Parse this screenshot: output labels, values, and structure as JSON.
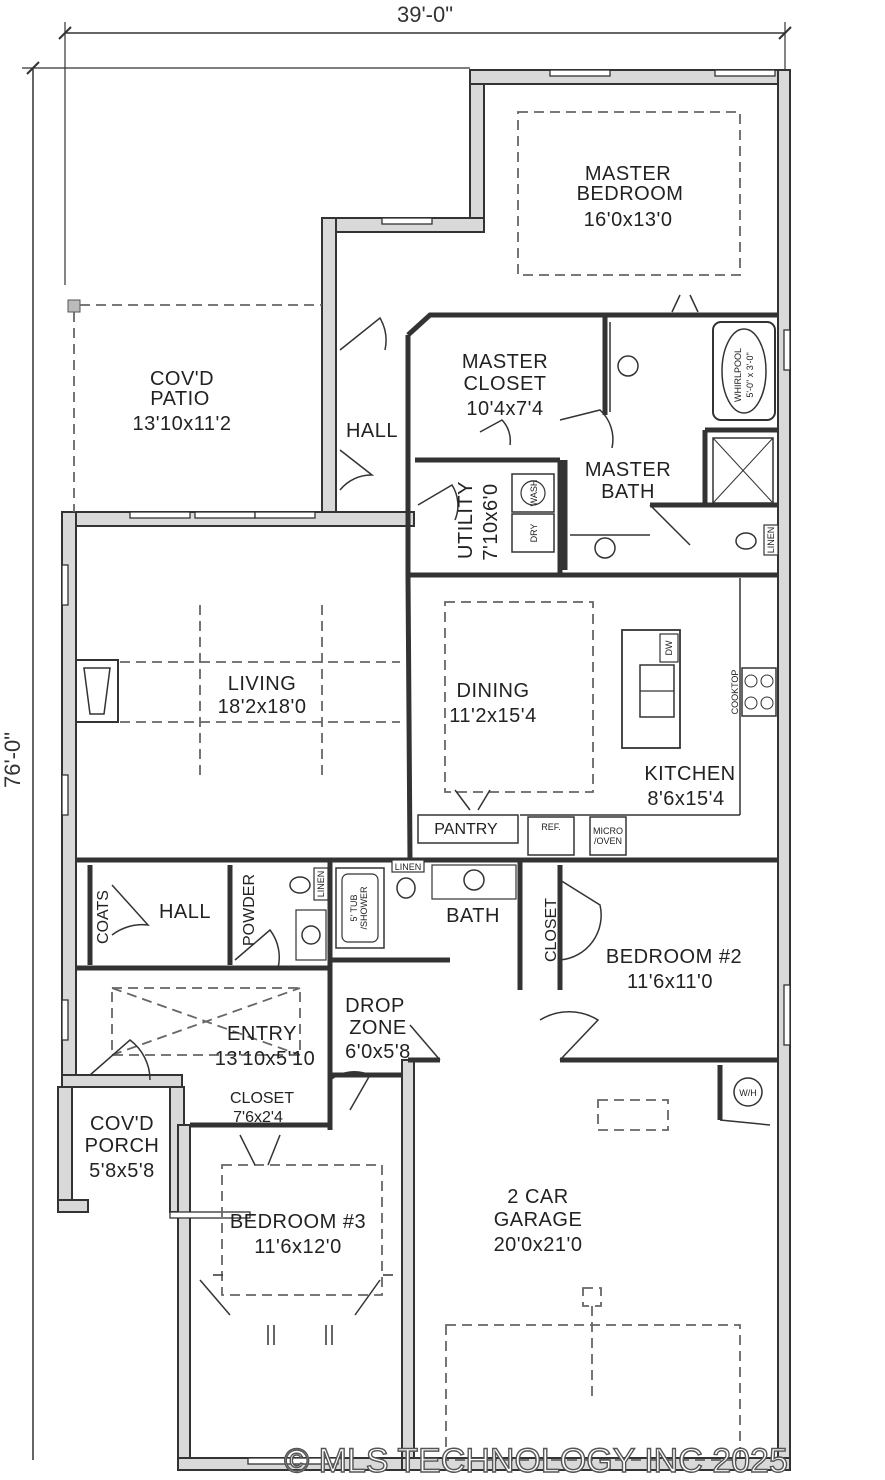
{
  "dimensions": {
    "width": "39'-0\"",
    "depth": "76'-0\""
  },
  "rooms": {
    "master_bedroom": {
      "name_1": "MASTER",
      "name_2": "BEDROOM",
      "size": "16'0x13'0"
    },
    "covd_patio": {
      "name": "COV'D",
      "name_2": "PATIO",
      "size": "13'10x11'2"
    },
    "hall_upper": {
      "name": "HALL"
    },
    "master_closet": {
      "name_1": "MASTER",
      "name_2": "CLOSET",
      "size": "10'4x7'4"
    },
    "master_bath": {
      "name_1": "MASTER",
      "name_2": "BATH"
    },
    "utility": {
      "name": "UTILITY",
      "size": "7'10x6'0"
    },
    "living": {
      "name": "LIVING",
      "size": "18'2x18'0"
    },
    "dining": {
      "name": "DINING",
      "size": "11'2x15'4"
    },
    "kitchen": {
      "name": "KITCHEN",
      "size": "8'6x15'4"
    },
    "pantry": {
      "name": "PANTRY"
    },
    "coats": {
      "name": "COATS"
    },
    "hall_lower": {
      "name": "HALL"
    },
    "powder": {
      "name": "POWDER"
    },
    "bath": {
      "name": "BATH"
    },
    "closet_bed2": {
      "name": "CLOSET"
    },
    "bedroom2": {
      "name": "BEDROOM #2",
      "size": "11'6x11'0"
    },
    "entry": {
      "name": "ENTRY",
      "size": "13'10x5'10"
    },
    "drop_zone": {
      "name_1": "DROP",
      "name_2": "ZONE",
      "size": "6'0x5'8"
    },
    "covd_porch": {
      "name_1": "COV'D",
      "name_2": "PORCH",
      "size": "5'8x5'8"
    },
    "closet_bed3": {
      "name": "CLOSET",
      "size": "7'6x2'4"
    },
    "bedroom3": {
      "name": "BEDROOM #3",
      "size": "11'6x12'0"
    },
    "garage": {
      "name_1": "2 CAR",
      "name_2": "GARAGE",
      "size": "20'0x21'0"
    }
  },
  "fixtures": {
    "whirlpool": "WHIRLPOOL",
    "whirlpool_size": "5'-0\" x 3'-0\"",
    "wash": "WASH",
    "dry": "DRY",
    "dw": "DW",
    "cooktop": "COOKTOP",
    "ref": "REF.",
    "micro": "MICRO",
    "oven": "/OVEN",
    "linen_1": "LINEN",
    "linen_2": "LINEN",
    "linen_3": "LINEN",
    "tub_shower_1": "5' TUB",
    "tub_shower_2": "/SHOWER",
    "wh": "W/H"
  },
  "watermark": "© MLS TECHNOLOGY INC 2025"
}
